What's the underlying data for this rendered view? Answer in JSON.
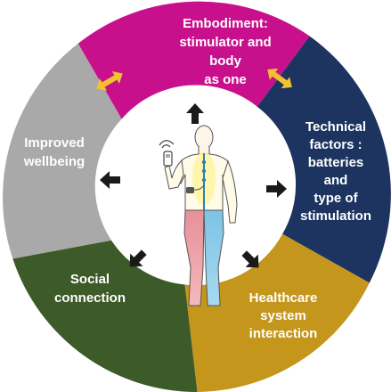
{
  "segments": [
    {
      "id": "embodiment",
      "lines": [
        "Embodiment:",
        "stimulator and",
        "body",
        "as one"
      ],
      "color": "#c8108c"
    },
    {
      "id": "technical",
      "lines": [
        "Technical",
        "factors :",
        "batteries",
        "and",
        "type of",
        "stimulation"
      ],
      "color": "#1d3461"
    },
    {
      "id": "healthcare",
      "lines": [
        "Healthcare",
        "system",
        "interaction"
      ],
      "color": "#c4961b"
    },
    {
      "id": "social",
      "lines": [
        "Social",
        "connection"
      ],
      "color": "#3d5a29"
    },
    {
      "id": "wellbeing",
      "lines": [
        "Improved",
        "wellbeing"
      ],
      "color": "#aaa9aa"
    }
  ],
  "center": {
    "color": "#ffffff",
    "figure": "person-with-spinal-stimulator-icon"
  },
  "arrows": {
    "outward_color": "#1a1a1a",
    "double_color": "#f2c12e"
  }
}
